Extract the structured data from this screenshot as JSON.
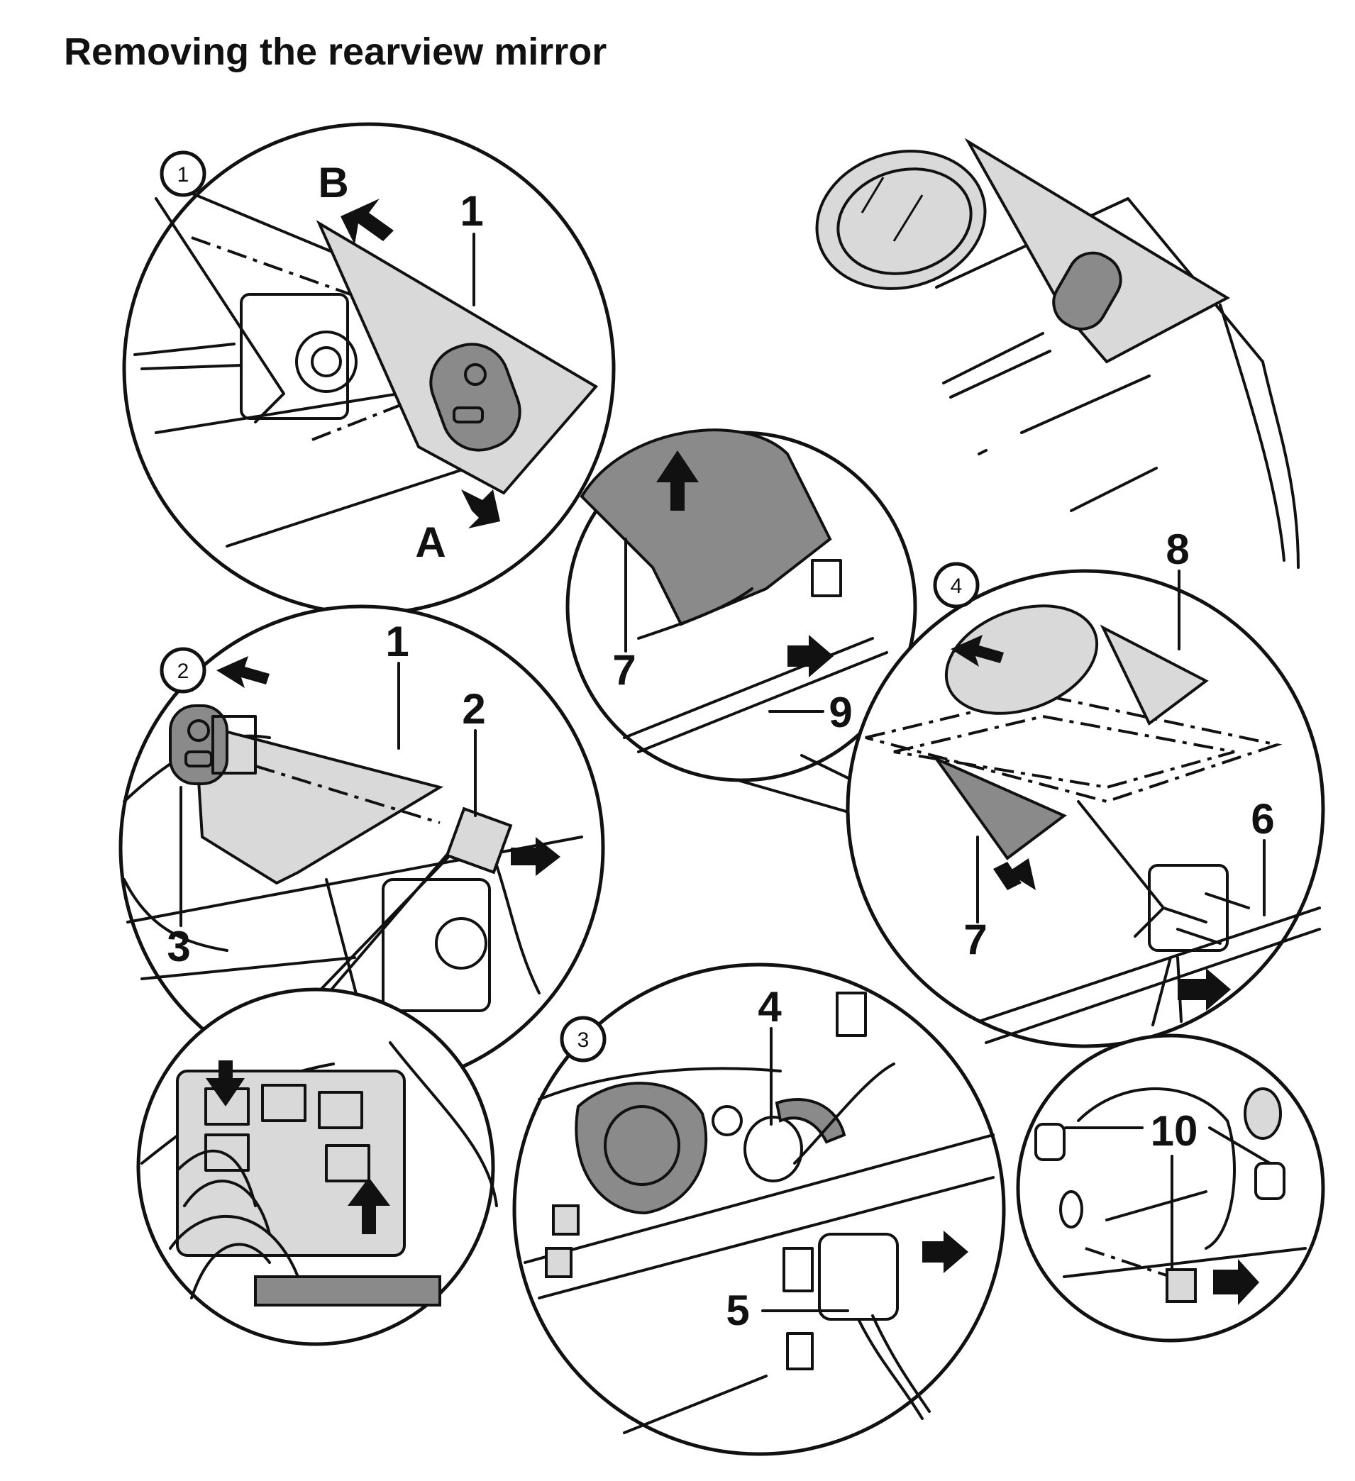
{
  "title": "Removing the rearview mirror",
  "steps": {
    "step1": "1",
    "step2": "2",
    "step3": "3",
    "step4": "4"
  },
  "callouts": {
    "p1_part": "1",
    "p1_dirB": "B",
    "p1_dirA": "A",
    "p2_part1": "1",
    "p2_part2": "2",
    "p2_part3": "3",
    "p7_part7": "7",
    "p7_part9": "9",
    "p4_part8": "8",
    "p4_part6": "6",
    "p4_part7": "7",
    "p3_part4": "4",
    "p3_part5": "5",
    "p10_part10": "10"
  }
}
